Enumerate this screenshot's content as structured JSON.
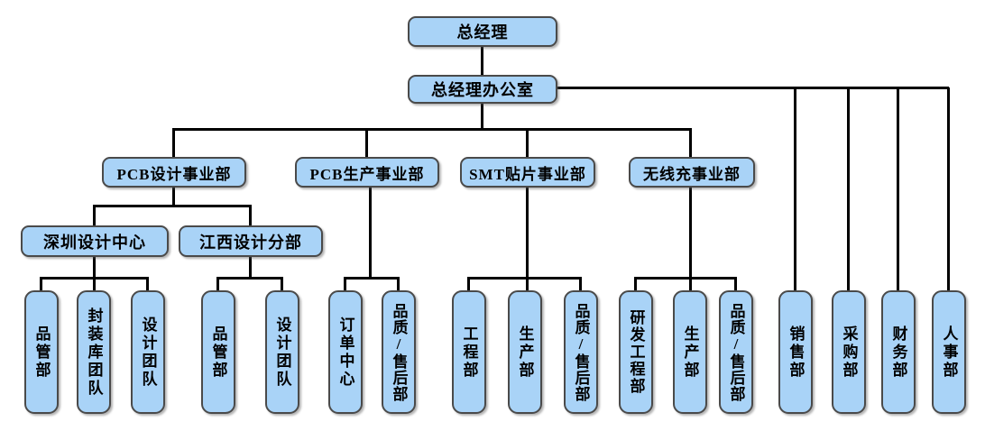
{
  "theme": {
    "node_fill": "#A9D3F7",
    "node_border": "#4a4a4a",
    "connector_color": "#000000",
    "text_color": "#000000",
    "background": "#ffffff"
  },
  "org_chart": {
    "nodes": {
      "general_manager": {
        "label": "总经理"
      },
      "gm_office": {
        "label": "总经理办公室"
      },
      "pcb_design_division": {
        "label": "PCB设计事业部"
      },
      "pcb_production_division": {
        "label": "PCB生产事业部"
      },
      "smt_division": {
        "label": "SMT贴片事业部"
      },
      "wireless_charging_division": {
        "label": "无线充事业部"
      },
      "shenzhen_design_center": {
        "label": "深圳设计中心"
      },
      "jiangxi_design_branch": {
        "label": "江西设计分部"
      },
      "sz_quality_dept": {
        "label": "品管部"
      },
      "sz_package_library_team": {
        "label": "封装库团队"
      },
      "sz_design_team": {
        "label": "设计团队"
      },
      "jx_quality_dept": {
        "label": "品管部"
      },
      "jx_design_team": {
        "label": "设计团队"
      },
      "order_center": {
        "label": "订单中心"
      },
      "pcb_quality_aftersales_dept": {
        "label": "品质/售后部"
      },
      "smt_engineering_dept": {
        "label": "工程部"
      },
      "smt_production_dept": {
        "label": "生产部"
      },
      "smt_quality_aftersales_dept": {
        "label": "品质/售后部"
      },
      "wl_rd_engineering_dept": {
        "label": "研发工程部"
      },
      "wl_production_dept": {
        "label": "生产部"
      },
      "wl_quality_aftersales_dept": {
        "label": "品质/售后部"
      },
      "sales_dept": {
        "label": "销售部"
      },
      "purchasing_dept": {
        "label": "采购部"
      },
      "finance_dept": {
        "label": "财务部"
      },
      "hr_dept": {
        "label": "人事部"
      }
    },
    "edges": [
      [
        "general_manager",
        "gm_office"
      ],
      [
        "gm_office",
        "pcb_design_division"
      ],
      [
        "gm_office",
        "pcb_production_division"
      ],
      [
        "gm_office",
        "smt_division"
      ],
      [
        "gm_office",
        "wireless_charging_division"
      ],
      [
        "gm_office",
        "sales_dept"
      ],
      [
        "gm_office",
        "purchasing_dept"
      ],
      [
        "gm_office",
        "finance_dept"
      ],
      [
        "gm_office",
        "hr_dept"
      ],
      [
        "pcb_design_division",
        "shenzhen_design_center"
      ],
      [
        "pcb_design_division",
        "jiangxi_design_branch"
      ],
      [
        "shenzhen_design_center",
        "sz_quality_dept"
      ],
      [
        "shenzhen_design_center",
        "sz_package_library_team"
      ],
      [
        "shenzhen_design_center",
        "sz_design_team"
      ],
      [
        "jiangxi_design_branch",
        "jx_quality_dept"
      ],
      [
        "jiangxi_design_branch",
        "jx_design_team"
      ],
      [
        "pcb_production_division",
        "order_center"
      ],
      [
        "pcb_production_division",
        "pcb_quality_aftersales_dept"
      ],
      [
        "smt_division",
        "smt_engineering_dept"
      ],
      [
        "smt_division",
        "smt_production_dept"
      ],
      [
        "smt_division",
        "smt_quality_aftersales_dept"
      ],
      [
        "wireless_charging_division",
        "wl_rd_engineering_dept"
      ],
      [
        "wireless_charging_division",
        "wl_production_dept"
      ],
      [
        "wireless_charging_division",
        "wl_quality_aftersales_dept"
      ]
    ]
  }
}
